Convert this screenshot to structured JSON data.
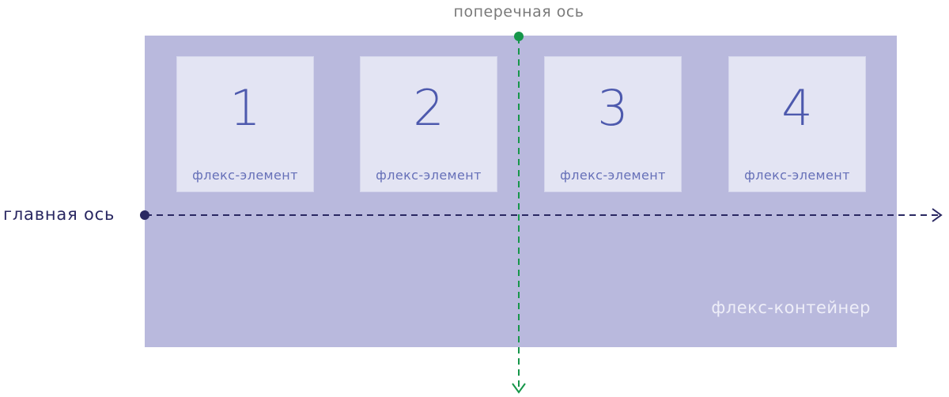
{
  "diagram": {
    "cross_axis_label": "поперечная ось",
    "main_axis_label": "главная ось",
    "container_label": "флекс-контейнер",
    "items": [
      {
        "number": "1",
        "label": "флекс-элемент"
      },
      {
        "number": "2",
        "label": "флекс-элемент"
      },
      {
        "number": "3",
        "label": "флекс-элемент"
      },
      {
        "number": "4",
        "label": "флекс-элемент"
      }
    ],
    "colors": {
      "container": "#b9b9dd",
      "item": "#e3e4f3",
      "item_text": "#4d59ad",
      "main_axis": "#2a2862",
      "cross_axis": "#16964a",
      "cross_label": "#7a7a7a"
    }
  }
}
